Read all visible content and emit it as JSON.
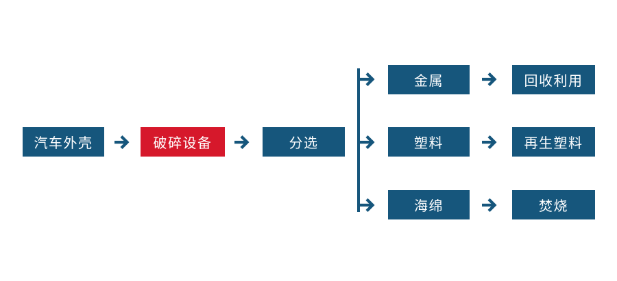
{
  "diagram": {
    "type": "flowchart",
    "colors": {
      "primary_blue": "#16567C",
      "accent_red": "#D6182B",
      "background": "#FFFFFF",
      "node_text": "#FFFFFF"
    },
    "main_flow": {
      "nodes": [
        {
          "label": "汽车外壳",
          "color": "blue"
        },
        {
          "label": "破碎设备",
          "color": "red"
        },
        {
          "label": "分选",
          "color": "blue"
        }
      ]
    },
    "branches": [
      {
        "material": "金属",
        "destination": "回收利用"
      },
      {
        "material": "塑料",
        "destination": "再生塑料"
      },
      {
        "material": "海绵",
        "destination": "焚烧"
      }
    ]
  }
}
